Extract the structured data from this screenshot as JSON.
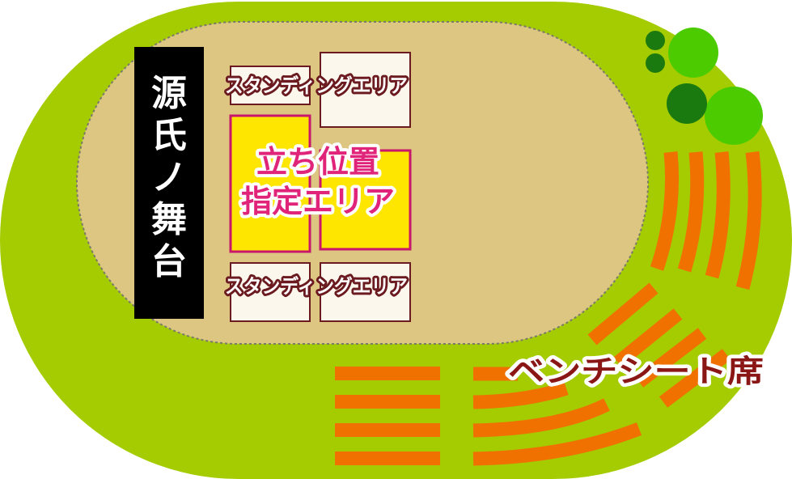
{
  "stage": {
    "label": "源氏ノ舞台",
    "chars": [
      "源",
      "氏",
      "ノ",
      "舞",
      "台"
    ]
  },
  "standing_area_top": {
    "label": "スタンディングエリア"
  },
  "standing_area_bottom": {
    "label": "スタンディングエリア"
  },
  "reserved_area": {
    "line1": "立ち位置",
    "line2": "指定エリア"
  },
  "bench_seats": {
    "label": "ベンチシート席"
  },
  "colors": {
    "grass": "#a4cc00",
    "track": "#dcc682",
    "stage": "#000000",
    "standing_fill": "#fbf7ec",
    "standing_border": "#6b1a1f",
    "reserved_fill": "#ffe600",
    "reserved_border": "#c8166b",
    "bench": "#f07000",
    "tree_light": "#4ccc00",
    "tree_dark": "#1a7a10"
  },
  "icons": [
    "tree-icon",
    "bench-seat-icon"
  ]
}
